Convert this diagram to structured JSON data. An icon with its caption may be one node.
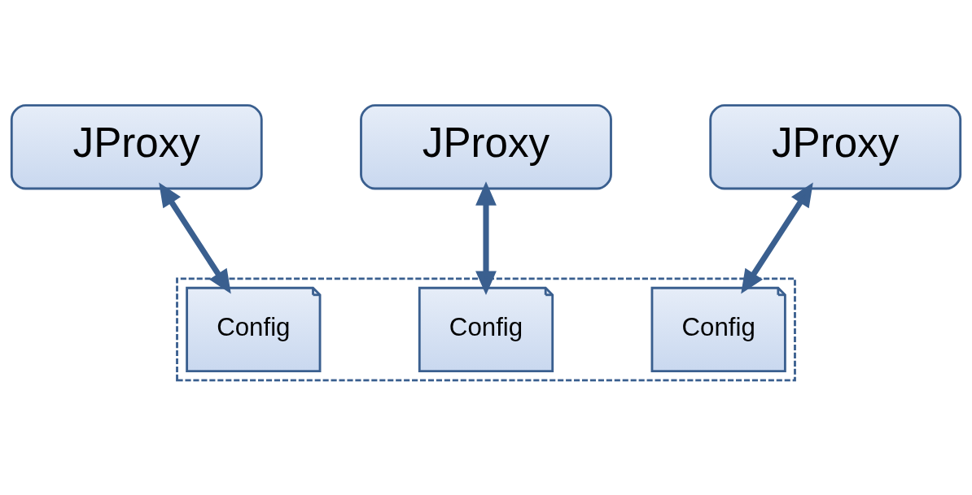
{
  "diagram": {
    "nodes": [
      {
        "text": [
          "JProxy"
        ]
      },
      {
        "text": [
          "JProxy"
        ]
      },
      {
        "text": [
          "JProxy"
        ]
      },
      {
        "text": [],
        "shape": "box"
      },
      {
        "text": [
          "Config"
        ],
        "in": 3
      },
      {
        "text": [
          "Config"
        ],
        "in": 3
      },
      {
        "text": [
          "Config"
        ],
        "in": 3
      }
    ],
    "edges": [
      {
        "from": 0,
        "to": 4,
        "arrow": "both"
      },
      {
        "from": 1,
        "to": 5,
        "arrow": "both"
      },
      {
        "from": 2,
        "to": 6,
        "arrow": "both"
      }
    ]
  }
}
